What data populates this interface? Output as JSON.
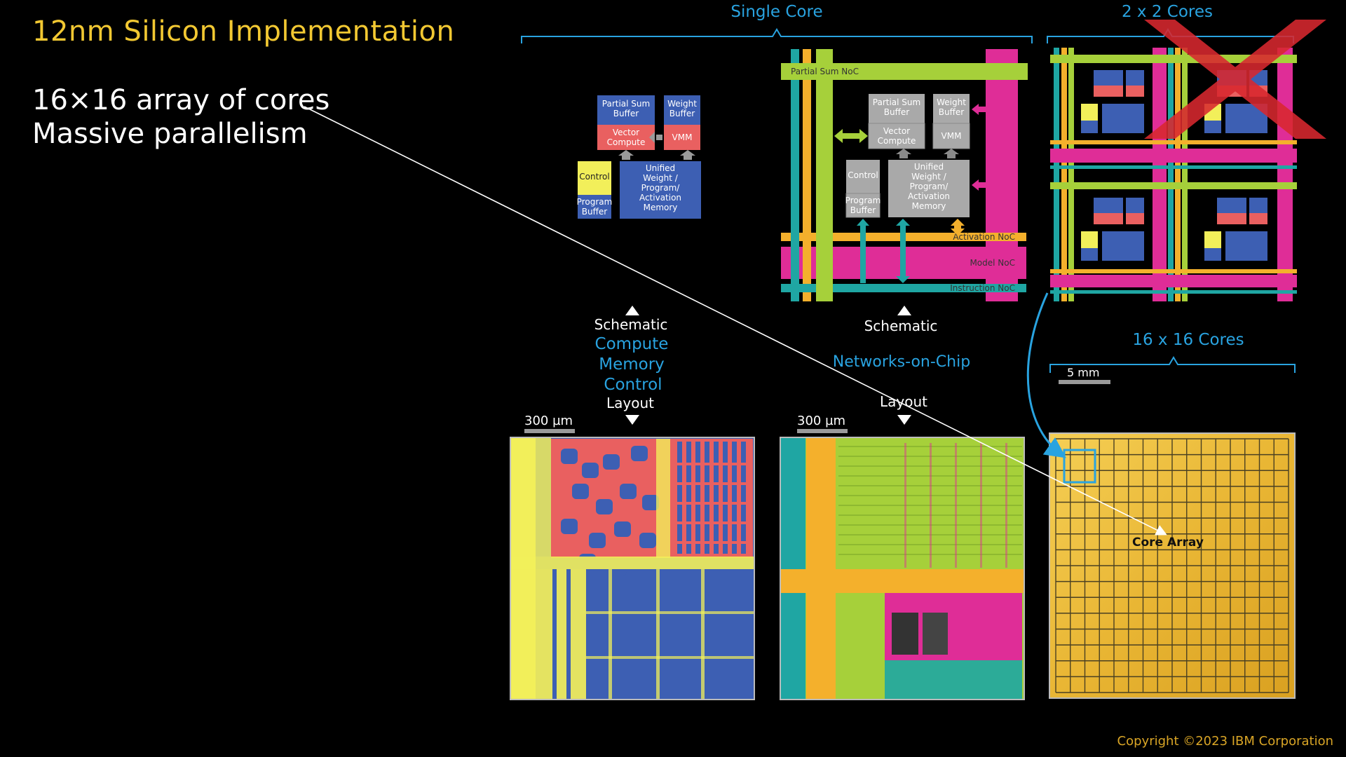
{
  "slide": {
    "title": "12nm Silicon Implementation",
    "bullets": [
      "16×16 array of cores",
      "Massive parallelism"
    ],
    "copyright": "Copyright ©2023 IBM Corporation"
  },
  "colors": {
    "title": "#f2c832",
    "accent_blue": "#29a3e0",
    "compute": "#e96060",
    "memory": "#3d5fb3",
    "control": "#f2ef5a",
    "noc_partial": "#a6d03a",
    "noc_model": "#df2d97",
    "noc_activation": "#f4b02c",
    "noc_instruction": "#1fa6a3",
    "schematic_gray": "#a9a9a9",
    "die_gold": "#e8b83a",
    "cross_red": "#d9282f"
  },
  "section_labels": {
    "single_core": "Single Core",
    "two_by_two": "2 x 2 Cores",
    "sixteen": "16 x 16 Cores"
  },
  "schematic": {
    "partial_sum_buffer": "Partial Sum Buffer",
    "weight_buffer": "Weight Buffer",
    "vector_compute": "Vector Compute",
    "vmm": "VMM",
    "control": "Control",
    "program_buffer": "Program Buffer",
    "unified_memory": "Unified Weight / Program/ Activation Memory"
  },
  "noc": {
    "partial_sum_noc": "Partial Sum NoC",
    "activation_noc": "Activation NoC",
    "model_noc": "Model NoC",
    "instruction_noc": "Instruction NoC"
  },
  "captions": {
    "schematic_left": "Schematic",
    "compute": "Compute",
    "memory": "Memory",
    "control": "Control",
    "layout_left": "Layout",
    "schematic_mid": "Schematic",
    "networks": "Networks-on-Chip",
    "layout_mid": "Layout"
  },
  "scales": {
    "left": "300 µm",
    "mid": "300 µm",
    "right": "5 mm"
  },
  "die": {
    "label": "Core Array",
    "grid_cols": 16,
    "grid_rows": 16
  }
}
